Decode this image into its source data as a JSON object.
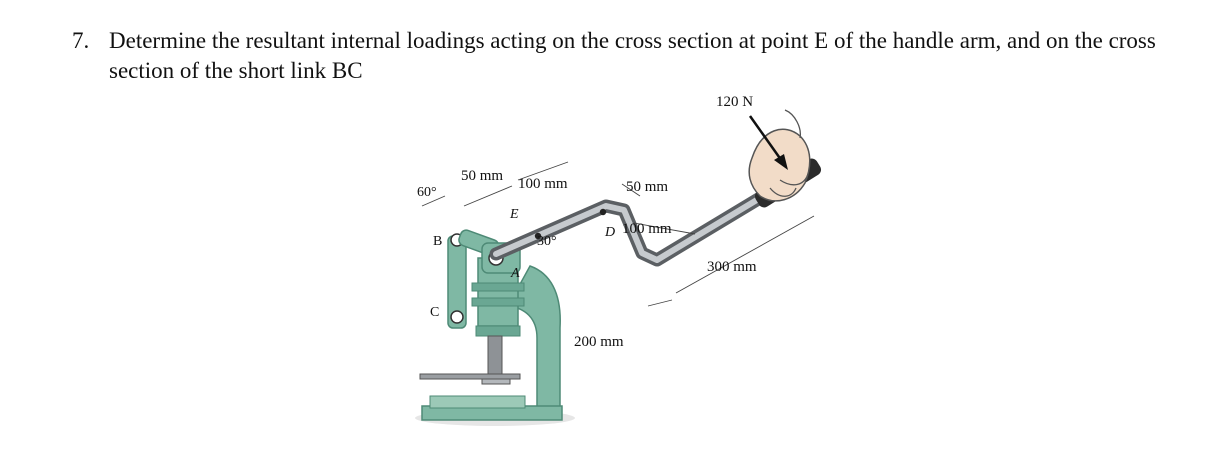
{
  "problem": {
    "number": "7.",
    "text": "Determine the resultant internal loadings acting on the cross section at point E of the handle arm, and on the cross section of the short link BC"
  },
  "figure": {
    "force": "120 N",
    "dims": {
      "d50_left": "50 mm",
      "d100_top": "100 mm",
      "d50_right": "50 mm",
      "d100_right": "100 mm",
      "d300": "300 mm",
      "d200": "200 mm"
    },
    "angles": {
      "a60": "60°",
      "a30": "30°"
    },
    "points": {
      "B": "B",
      "C": "C",
      "E": "E",
      "A": "A",
      "D": "D"
    },
    "colors": {
      "machine": "#7fb8a4",
      "machine_dark": "#4e8a76",
      "handle": "#8a8e92",
      "handle_light": "#c6cace",
      "grip": "#2b2b2b",
      "skin": "#f2dcc8"
    }
  }
}
